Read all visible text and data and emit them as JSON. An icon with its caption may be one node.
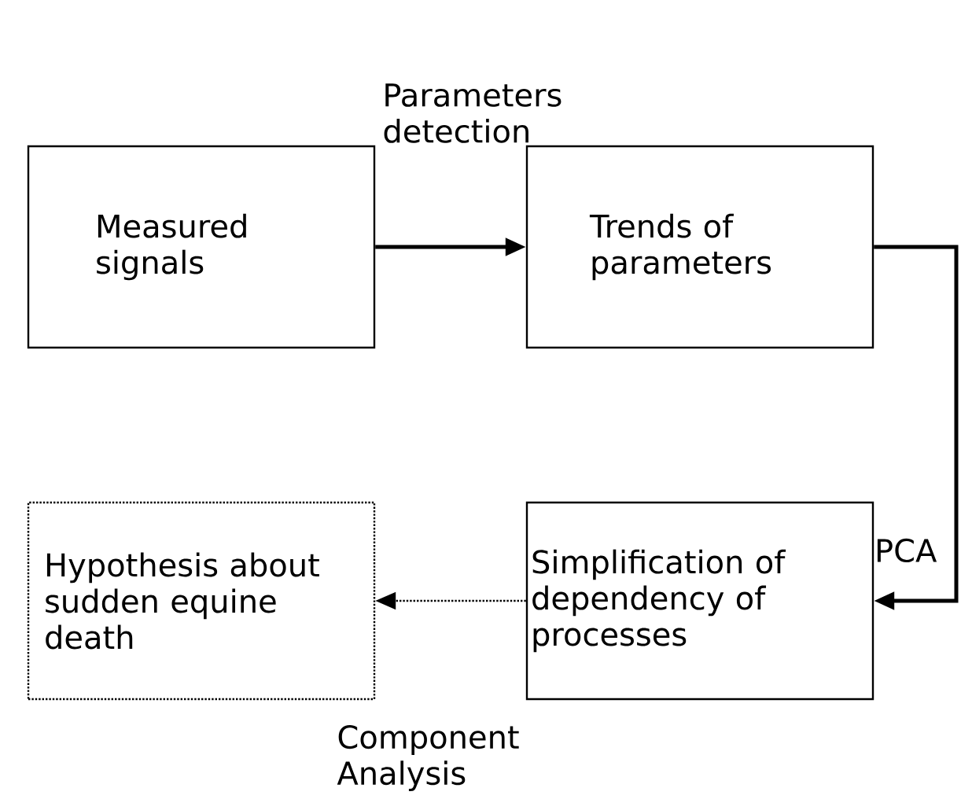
{
  "diagram": {
    "nodes": [
      {
        "text": [
          "Measured signals"
        ]
      },
      {
        "text": [
          "Trends of parameters"
        ]
      },
      {
        "text": [
          "Simplification of dependency of processes"
        ]
      },
      {
        "text": [
          "Hypothesis about sudden equine death"
        ]
      }
    ],
    "edges": [
      {
        "from": 0,
        "to": 1,
        "arrow": "to",
        "label": "Parameters detection"
      },
      {
        "from": 1,
        "to": 2,
        "arrow": "to",
        "label": "PCA"
      },
      {
        "from": 2,
        "to": 3,
        "arrow": "to",
        "label": "Component Analysis",
        "style": "dashed"
      }
    ]
  }
}
